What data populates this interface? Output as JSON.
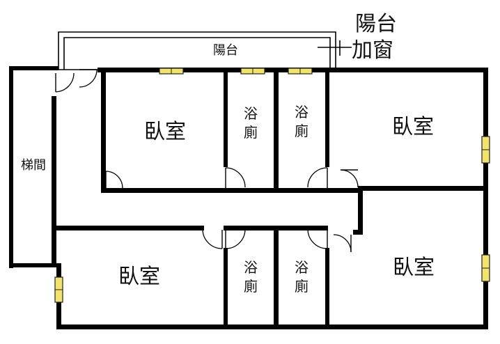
{
  "labels": {
    "balcony": "陽台",
    "balcony_note_line1": "陽台",
    "balcony_note_line2": "加窗",
    "stairs": "梯間",
    "bedroom_upper_left": "臥室",
    "bedroom_upper_right": "臥室",
    "bedroom_lower_left": "臥室",
    "bedroom_lower_right": "臥室",
    "bath_upper_1": "浴廁",
    "bath_upper_2": "浴廁",
    "bath_lower_1": "浴廁",
    "bath_lower_2": "浴廁"
  },
  "colors": {
    "wall": "#000000",
    "window": "#f2e36b",
    "background": "#ffffff"
  }
}
